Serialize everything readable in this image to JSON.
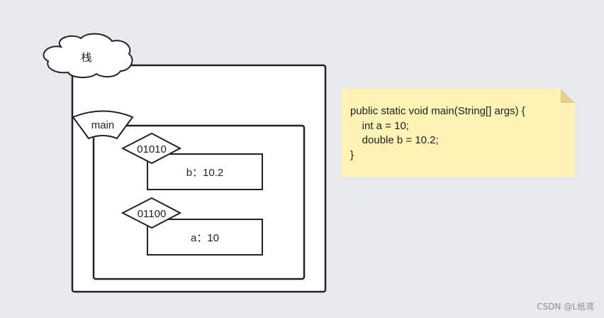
{
  "stack": {
    "label": "栈"
  },
  "frame": {
    "name": "main"
  },
  "variables": [
    {
      "address": "01010",
      "value_text": "b：10.2"
    },
    {
      "address": "01100",
      "value_text": "a：10"
    }
  ],
  "code_note": {
    "lines": [
      "public static void main(String[] args) {",
      "\tint a = 10;",
      "\tdouble b = 10.2;",
      "}"
    ]
  },
  "watermark": "CSDN @L纸鸢",
  "colors": {
    "background": "#e9eaec",
    "box_fill": "#ffffff",
    "stroke": "#222222",
    "note_fill": "#fdf3b5",
    "note_fold": "#e0d28a"
  }
}
